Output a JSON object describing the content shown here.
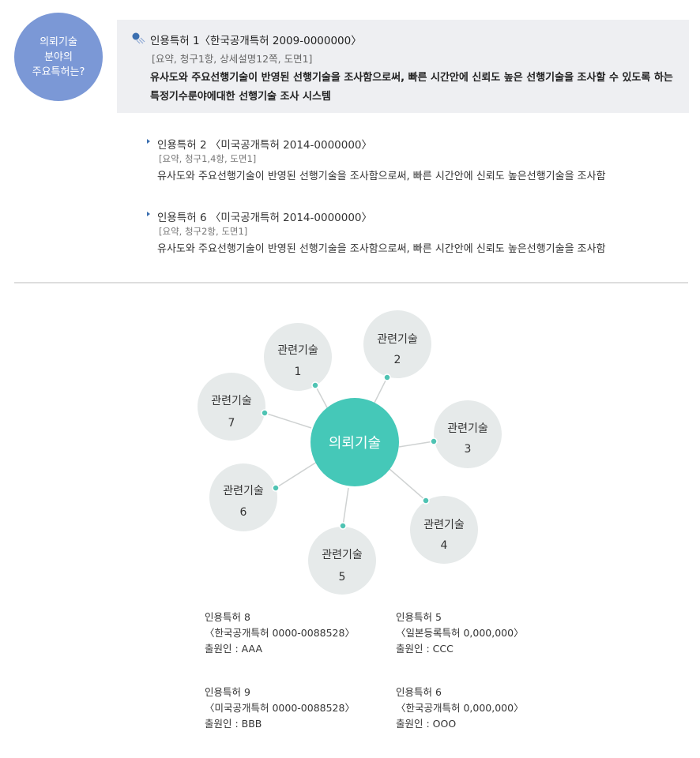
{
  "badge": {
    "lines": [
      "의뢰기술",
      "분야의",
      "주요특허는?"
    ]
  },
  "featured": {
    "title": "인용특허 1〈한국공개특허 2009-0000000〉",
    "meta": "[요약, 청구1항, 상세설명12쪽, 도면1]",
    "desc": "유사도와 주요선행기술이 반영된 선행기술을 조사함으로써, 빠른 시간안에 신뢰도 높은 선행기술을 조사할 수 있도록 하는 특정기수룬야에대한 선행기술 조사 시스템"
  },
  "citations": [
    {
      "title": "인용특허 2 〈미국공개특허 2014-0000000〉",
      "meta": "[요약, 청구1,4항, 도면1]",
      "desc": "유사도와 주요선행기술이 반영된 선행기술을 조사함으로써, 빠른 시간안에 신뢰도 높은선행기술을 조사함"
    },
    {
      "title": "인용특허 6 〈미국공개특허 2014-0000000〉",
      "meta": "[요약, 청구2항, 도면1]",
      "desc": "유사도와 주요선행기술이 반영된 선행기술을 조사함으로써, 빠른 시간안에 신뢰도 높은선행기술을 조사함"
    }
  ],
  "diagram": {
    "center_label": "의뢰기술",
    "nodes": [
      {
        "label": "관련기술",
        "num": "1"
      },
      {
        "label": "관련기술",
        "num": "2"
      },
      {
        "label": "관련기술",
        "num": "3"
      },
      {
        "label": "관련기술",
        "num": "4"
      },
      {
        "label": "관련기술",
        "num": "5"
      },
      {
        "label": "관련기술",
        "num": "6"
      },
      {
        "label": "관련기술",
        "num": "7"
      }
    ]
  },
  "patents": [
    {
      "title": "인용특허 8",
      "number": "〈한국공개특허 0000-0088528〉",
      "applicant": "출원인 : AAA"
    },
    {
      "title": "인용특허 5",
      "number": "〈일본등록특허 0,000,000〉",
      "applicant": "출원인 : CCC"
    },
    {
      "title": "인용특허 9",
      "number": "〈미국공개특허 0000-0088528〉",
      "applicant": "출원인 : BBB"
    },
    {
      "title": "인용특허 6",
      "number": "〈한국공개특허 0,000,000〉",
      "applicant": "출원인 : OOO"
    }
  ],
  "colors": {
    "badge": "#7b98d6",
    "center": "#45c8b8",
    "node": "#e6eaea",
    "dot": "#4fc3b3",
    "connector": "#cfd2d2",
    "accent_arrow": "#3b6fb0"
  }
}
